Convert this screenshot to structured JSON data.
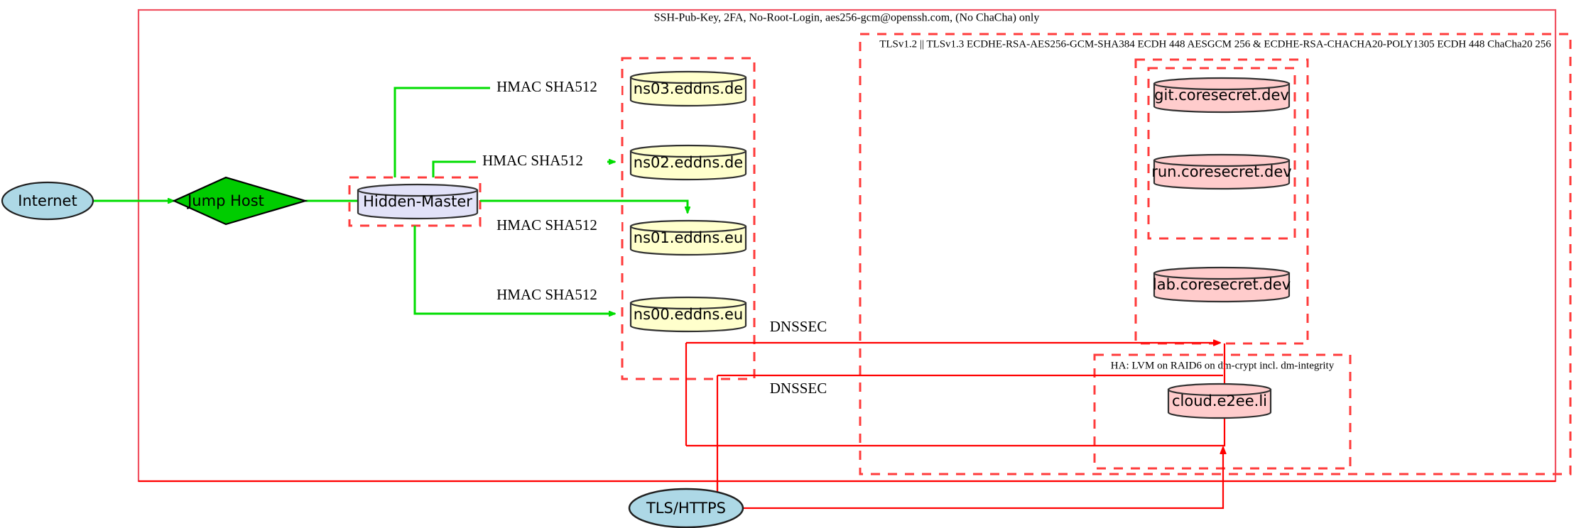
{
  "diagram": {
    "title_note": "SSH-Pub-Key, 2FA, No-Root-Login, aes256-gcm@openssh.com, (No ChaCha) only",
    "colors": {
      "green_edge": "#00dd00",
      "red_edge": "#ff0000",
      "cluster_outer": "#f05060",
      "cluster_dashed": "#ff3b3b",
      "internet_fill": "#add8e6",
      "jumphost_fill": "#00cc00",
      "hiddenmaster_fill": "#e2e2f8",
      "dns_fill": "#ffffcc",
      "service_fill": "#ffcccc",
      "tls_fill": "#add8e6"
    }
  },
  "clusters": {
    "outer_ssh": {
      "label": "SSH-Pub-Key, 2FA, No-Root-Login, aes256-gcm@openssh.com, (No ChaCha) only"
    },
    "tls": {
      "label": "TLSv1.2 || TLSv1.3 ECDHE-RSA-AES256-GCM-SHA384 ECDH 448 AESGCM 256 & ECDHE-RSA-CHACHA20-POLY1305 ECDH 448 ChaCha20 256"
    },
    "ha": {
      "label": "HA: LVM on RAID6 on dm-crypt incl. dm-integrity"
    },
    "dns_zone": {
      "label": ""
    },
    "hidden_master_zone": {
      "label": ""
    },
    "coresecret_zone": {
      "label": ""
    },
    "coresecret_inner_zone": {
      "label": ""
    }
  },
  "nodes": {
    "internet": {
      "label": "Internet",
      "shape": "ellipse",
      "fill": "#add8e6"
    },
    "jump_host": {
      "label": "Jump Host",
      "shape": "diamond",
      "fill": "#00cc00"
    },
    "hidden_master": {
      "label": "Hidden-Master",
      "shape": "cylinder",
      "fill": "#e2e2f8"
    },
    "ns03": {
      "label": "ns03.eddns.de",
      "shape": "cylinder",
      "fill": "#ffffcc"
    },
    "ns02": {
      "label": "ns02.eddns.de",
      "shape": "cylinder",
      "fill": "#ffffcc"
    },
    "ns01": {
      "label": "ns01.eddns.eu",
      "shape": "cylinder",
      "fill": "#ffffcc"
    },
    "ns00": {
      "label": "ns00.eddns.eu",
      "shape": "cylinder",
      "fill": "#ffffcc"
    },
    "git": {
      "label": "git.coresecret.dev",
      "shape": "cylinder",
      "fill": "#ffcccc"
    },
    "run": {
      "label": "run.coresecret.dev",
      "shape": "cylinder",
      "fill": "#ffcccc"
    },
    "lab": {
      "label": "lab.coresecret.dev",
      "shape": "cylinder",
      "fill": "#ffcccc"
    },
    "cloud": {
      "label": "cloud.e2ee.li",
      "shape": "cylinder",
      "fill": "#ffcccc"
    },
    "tls_https": {
      "label": "TLS/HTTPS",
      "shape": "ellipse",
      "fill": "#add8e6"
    }
  },
  "edge_labels": {
    "hmac_ns03": "HMAC SHA512",
    "hmac_ns02": "HMAC SHA512",
    "hmac_ns01": "HMAC SHA512",
    "hmac_ns00": "HMAC SHA512",
    "dnssec_upper": "DNSSEC",
    "dnssec_lower": "DNSSEC"
  }
}
